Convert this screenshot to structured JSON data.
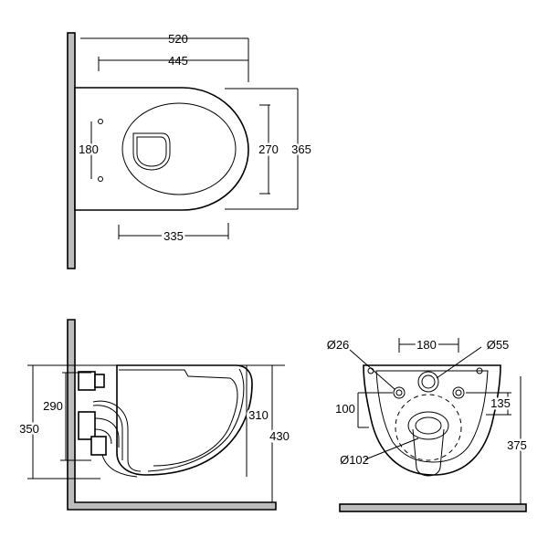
{
  "top_view": {
    "dims": {
      "overall_length": "520",
      "bowl_length": "445",
      "width": "365",
      "inner_width": "270",
      "fixing_spacing": "180",
      "rim_length": "335"
    }
  },
  "side_view": {
    "dims": {
      "height_left": "350",
      "fixing_height": "290",
      "height_right": "310",
      "overall_height": "430"
    }
  },
  "rear_view": {
    "dims": {
      "fixing_hole_dia": "Ø26",
      "fixing_spacing": "180",
      "inlet_dia": "Ø55",
      "fixing_height": "100",
      "inlet_height": "135",
      "outlet_dia": "Ø102",
      "overall_height": "375"
    }
  }
}
